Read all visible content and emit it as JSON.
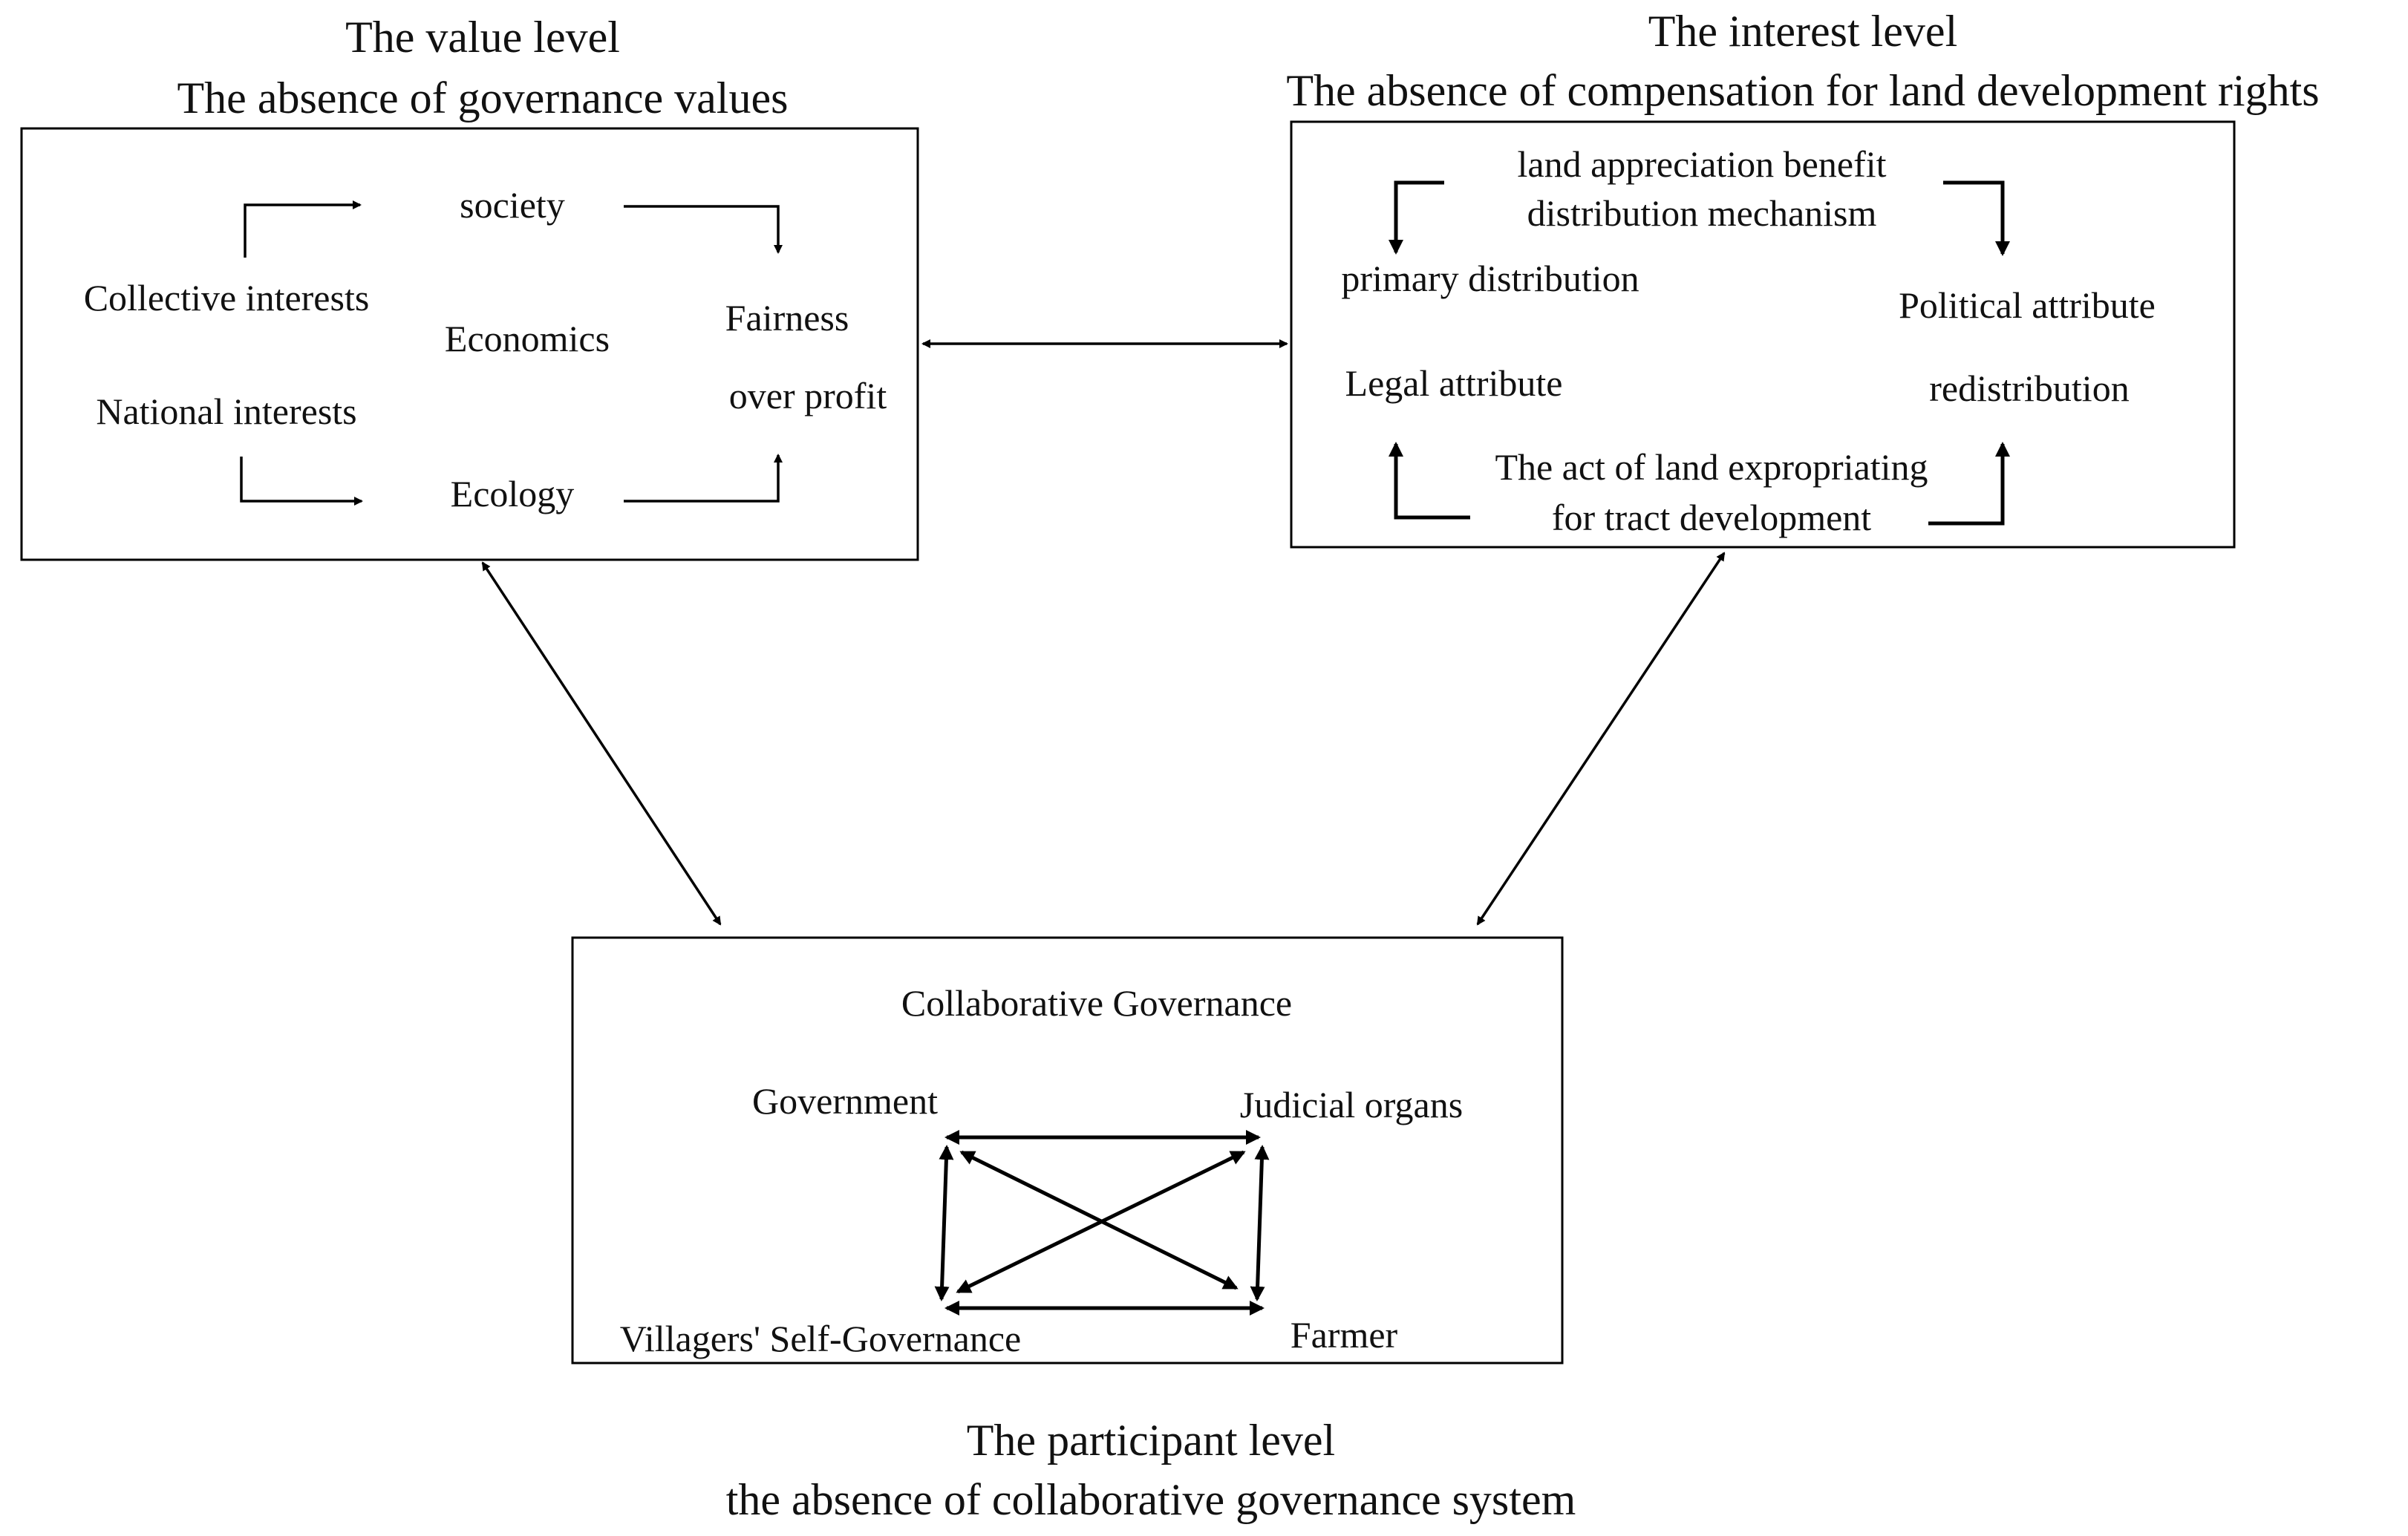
{
  "value_level": {
    "title": "The value level",
    "subtitle": "The absence of governance values",
    "nodes": {
      "society": "society",
      "collective_interests": "Collective interests",
      "economics": "Economics",
      "fairness": "Fairness",
      "over_profit": "over profit",
      "national_interests": "National interests",
      "ecology": "Ecology"
    }
  },
  "interest_level": {
    "title": "The interest level",
    "subtitle": "The absence of compensation for land development rights",
    "nodes": {
      "mechanism_line1": "land appreciation benefit",
      "mechanism_line2": "distribution mechanism",
      "primary_distribution": "primary distribution",
      "political_attribute": "Political attribute",
      "legal_attribute": "Legal attribute",
      "redistribution": "redistribution",
      "act_line1": "The act of land expropriating",
      "act_line2": "for tract development"
    }
  },
  "participant_level": {
    "title": "The participant level",
    "subtitle": "the absence of collaborative governance system",
    "nodes": {
      "heading": "Collaborative Governance",
      "government": "Government",
      "judicial_organs": "Judicial organs",
      "villagers": "Villagers' Self-Governance",
      "farmer": "Farmer"
    }
  }
}
